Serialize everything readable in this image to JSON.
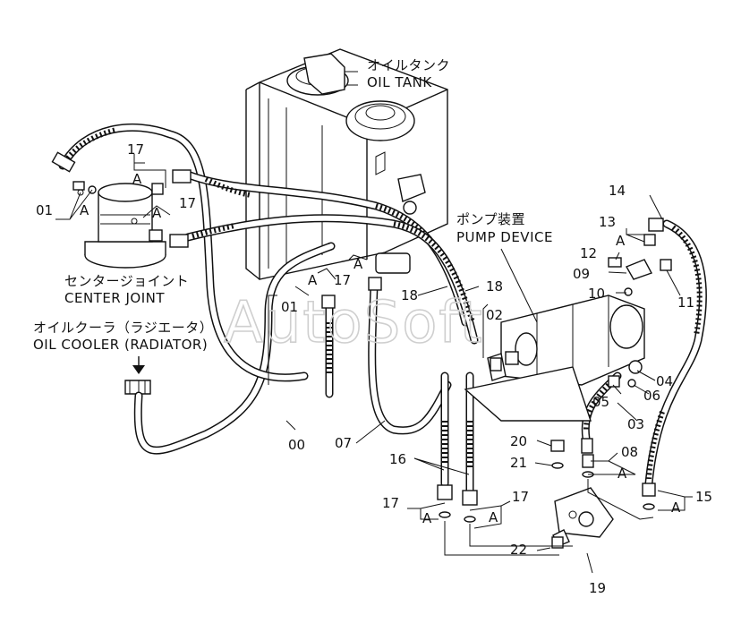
{
  "labels": {
    "oil_tank_jp": "オイルタンク",
    "oil_tank_en": "OIL TANK",
    "center_joint_jp": "センタージョイント",
    "center_joint_en": "CENTER JOINT",
    "oil_cooler_jp": "オイルクーラ（ラジエータ）",
    "oil_cooler_en": "OIL COOLER (RADIATOR)",
    "pump_jp": "ポンプ装置",
    "pump_en": "PUMP DEVICE"
  },
  "watermark": "AutoSoft",
  "callouts": {
    "p00": "00",
    "p01a": "01",
    "p01b": "01",
    "p02": "02",
    "p03": "03",
    "p04": "04",
    "p05": "05",
    "p06": "06",
    "p07": "07",
    "p08": "08",
    "p09": "09",
    "p10": "10",
    "p11": "11",
    "p12": "12",
    "p13": "13",
    "p14": "14",
    "p15": "15",
    "p16": "16",
    "p17a": "17",
    "p17b": "17",
    "p17c": "17",
    "p17d": "17",
    "p17e": "17",
    "p18a": "18",
    "p18b": "18",
    "p19": "19",
    "p20": "20",
    "p21": "21",
    "p22": "22"
  },
  "detail_letter": "A"
}
